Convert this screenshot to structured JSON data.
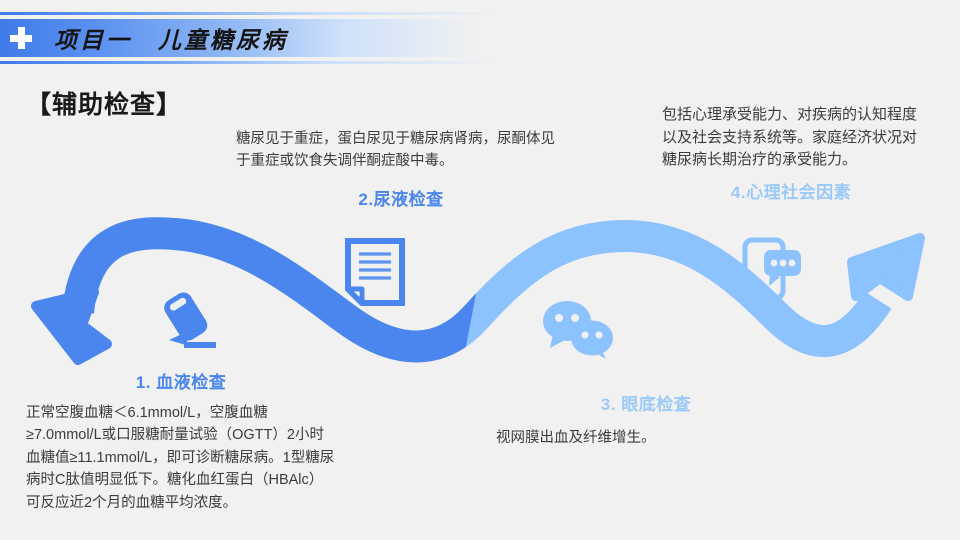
{
  "header": {
    "icon": "medical-cross-icon",
    "title": "项目一　儿童糖尿病"
  },
  "page_title": "【辅助检查】",
  "colors": {
    "background": "#f1f1f1",
    "wave_dark": "#4a86ee",
    "wave_light": "#8cc2fd",
    "heading_dark": "#4a86ee",
    "heading_light": "#9bc9f9",
    "banner_blue": "#3f7bea",
    "body_text": "#3c3c3c"
  },
  "sections": [
    {
      "id": "blood",
      "heading": "1. 血液检查",
      "heading_style": "dark",
      "icon": "glucometer-icon",
      "body": "正常空腹血糖＜6.1mmol/L，空腹血糖≥7.0mmol/L或口服糖耐量试验（OGTT）2小时血糖值≥11.1mmol/L，即可诊断糖尿病。1型糖尿病时C肽值明显低下。糖化血红蛋白（HBAlc）可反应近2个月的血糖平均浓度。"
    },
    {
      "id": "urine",
      "heading": "2.尿液检查",
      "heading_style": "dark",
      "icon": "document-report-icon",
      "body": "糖尿见于重症，蛋白尿见于糖尿病肾病，尿酮体见于重症或饮食失调伴酮症酸中毒。"
    },
    {
      "id": "fundus",
      "heading": "3. 眼底检查",
      "heading_style": "light",
      "icon": "chat-bubbles-icon",
      "body": "视网膜出血及纤维增生。"
    },
    {
      "id": "psych",
      "heading": "4.心理社会因素",
      "heading_style": "light",
      "icon": "phone-message-icon",
      "body": "包括心理承受能力、对疾病的认知程度以及社会支持系统等。家庭经济状况对糖尿病长期治疗的承受能力。"
    }
  ]
}
